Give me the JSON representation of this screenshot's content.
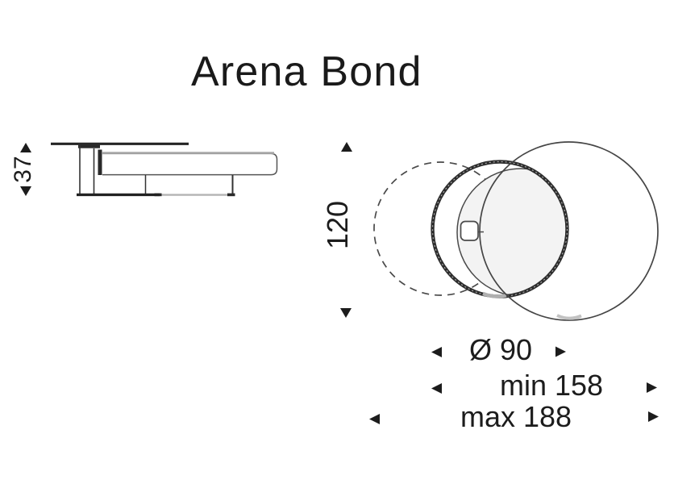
{
  "title": "Arena Bond",
  "colors": {
    "background": "#ffffff",
    "ink": "#1c1c1c",
    "line_dark": "#2f2f2f",
    "line_mid": "#4a4a4a",
    "line_gray": "#ababab"
  },
  "side_view": {
    "height_label": "37"
  },
  "top_view": {
    "depth_label": "120",
    "diameter_label": "Ø 90",
    "min_width_label": "min 158",
    "max_width_label": "max 188"
  }
}
